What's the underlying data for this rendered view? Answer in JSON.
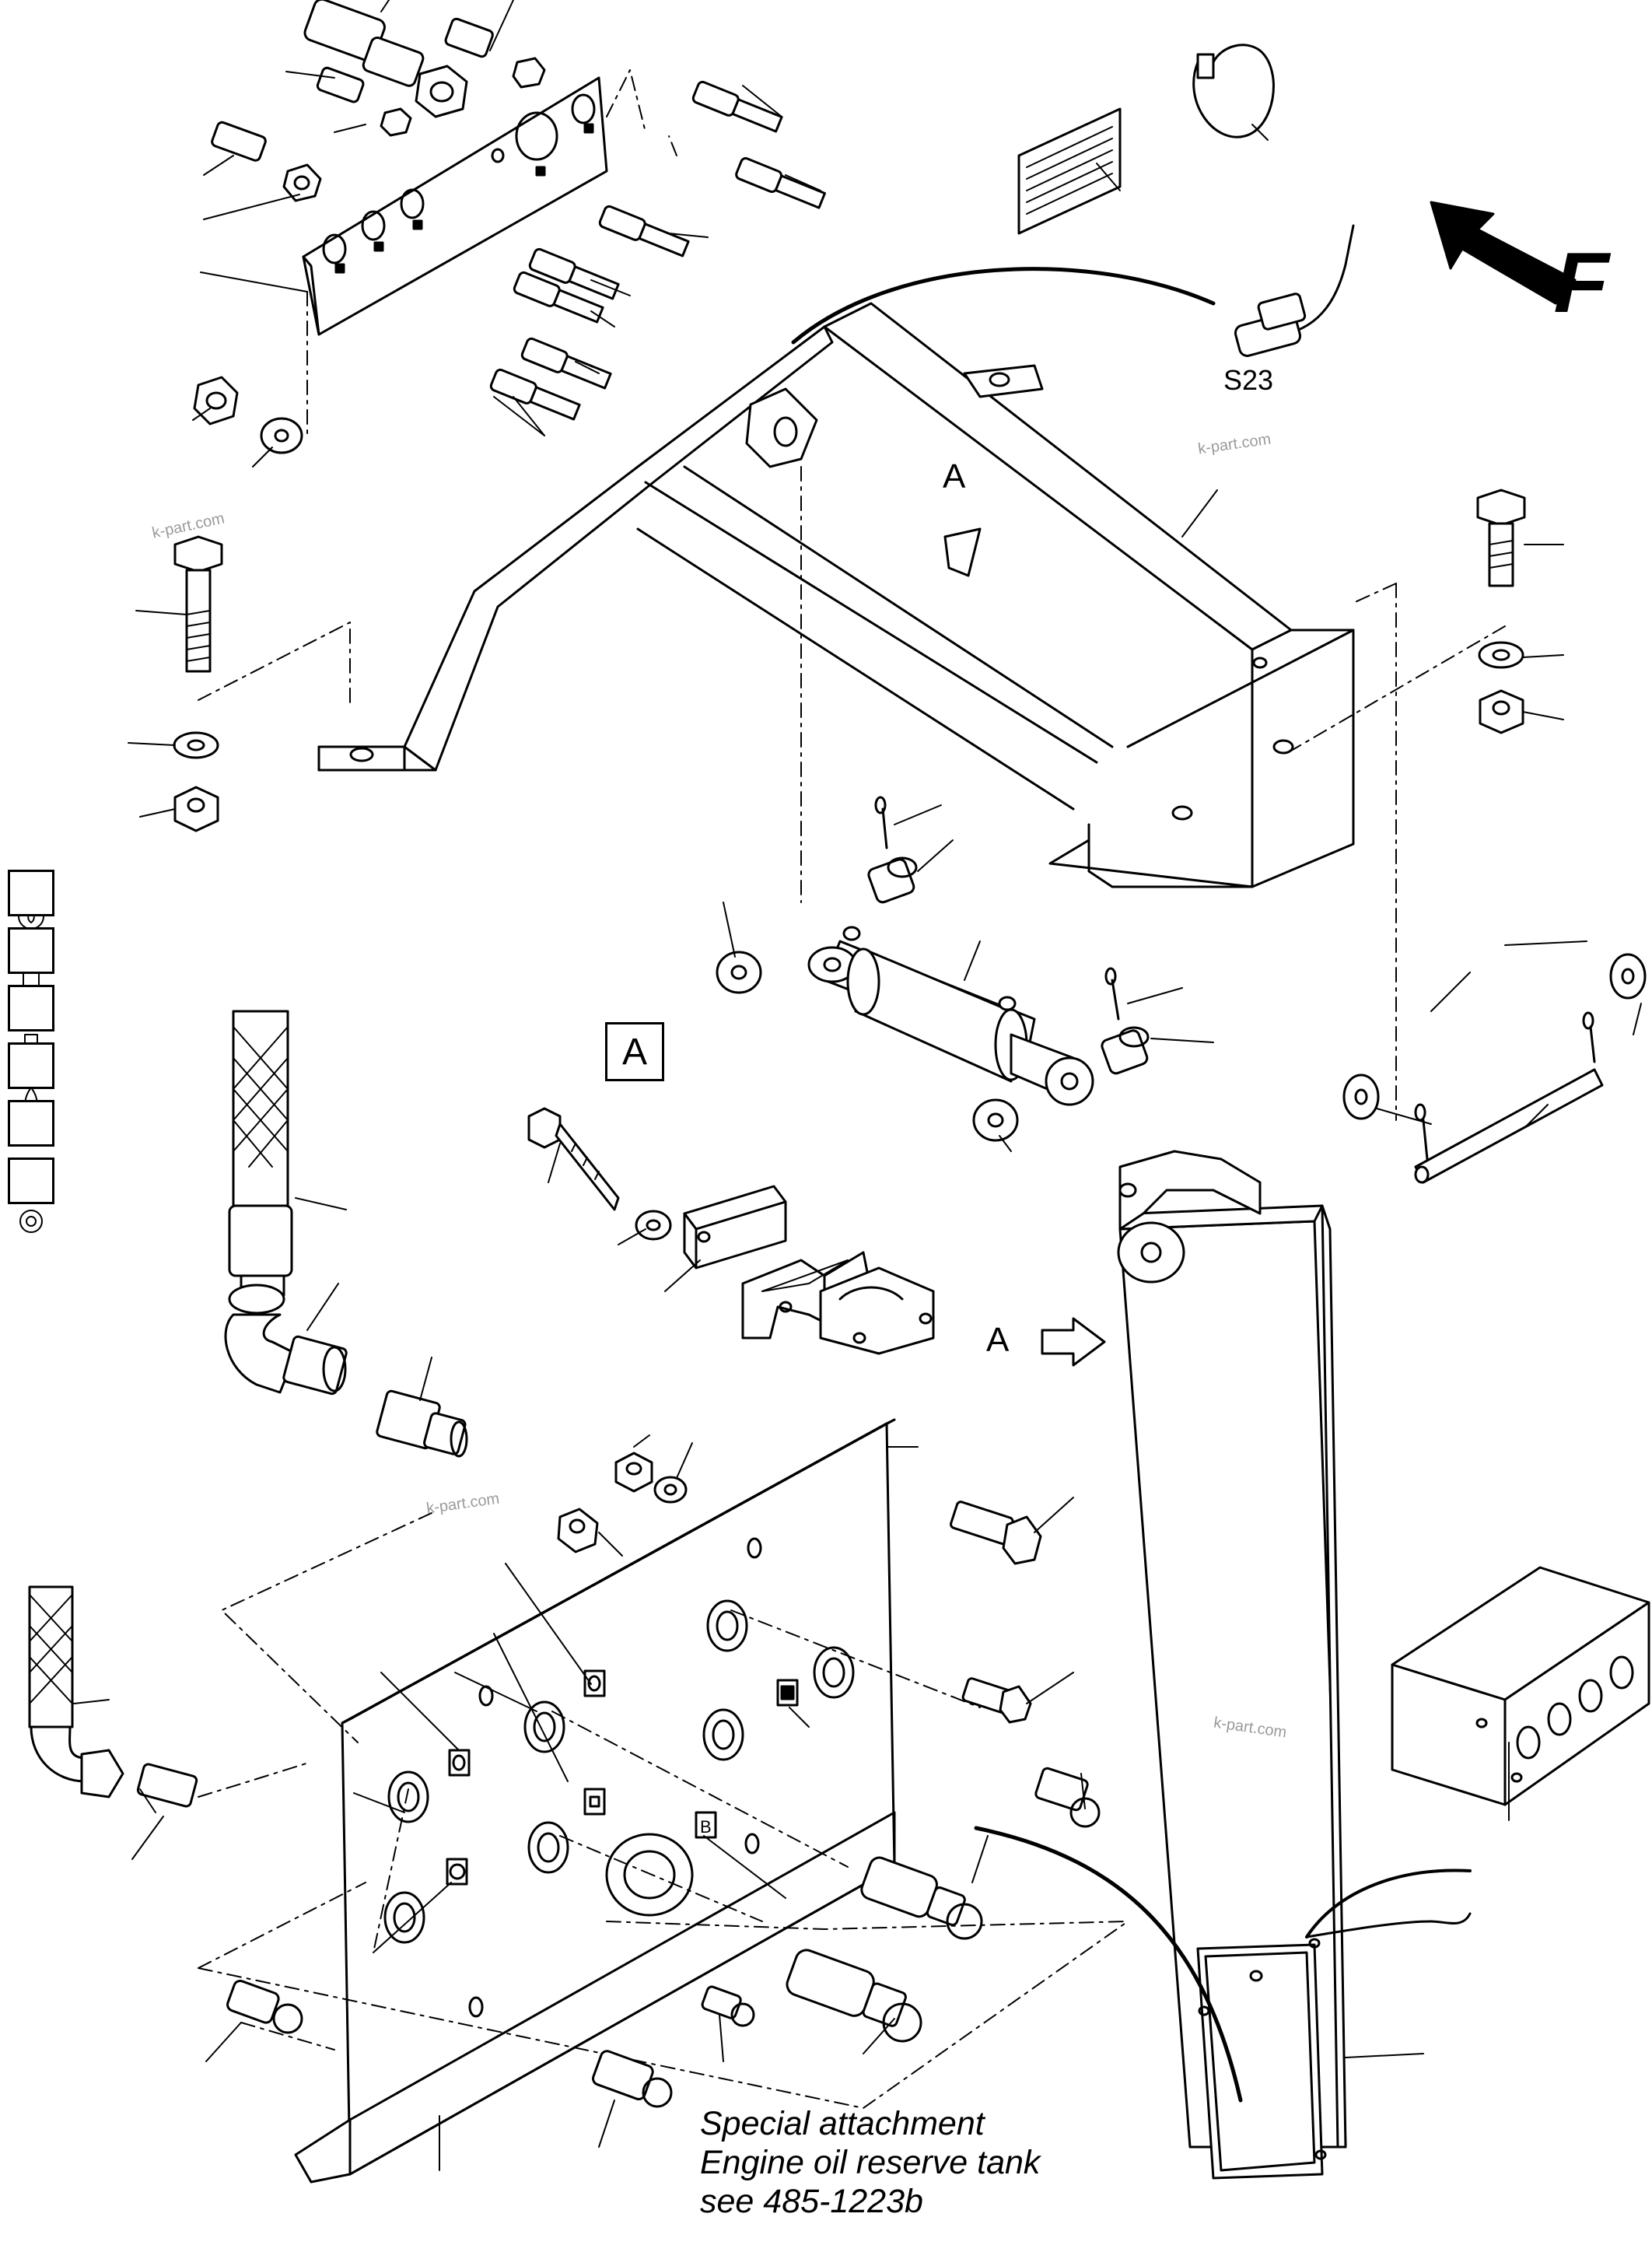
{
  "labels": {
    "sensor": "S23",
    "view_a_box": "A",
    "view_a_top": "A",
    "view_a_side": "A",
    "direction": "F"
  },
  "watermarks": [
    "k-part.com",
    "k-part.com",
    "k-part.com",
    "k-part.com"
  ],
  "note_lines": [
    "Special attachment",
    "Engine oil reserve tank",
    "see 485-1223b"
  ],
  "symbol_icons": [
    "oil-drop-icon",
    "fuel-pump-icon",
    "heating-icon",
    "hydraulic-drop-icon",
    "slot-icon",
    "gear-icon"
  ]
}
